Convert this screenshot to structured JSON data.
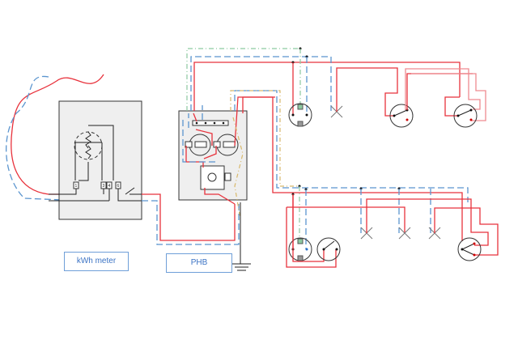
{
  "labels": {
    "kwh_meter": "kWh meter",
    "phb": "PHB"
  },
  "meter_terminals": [
    "1",
    "3",
    "4",
    "6"
  ],
  "colors": {
    "phase": "#e8323c",
    "neutral": "#5b95cf",
    "earth": "#8cc9a0",
    "aux": "#d8b86a",
    "panel": "#efefef"
  }
}
